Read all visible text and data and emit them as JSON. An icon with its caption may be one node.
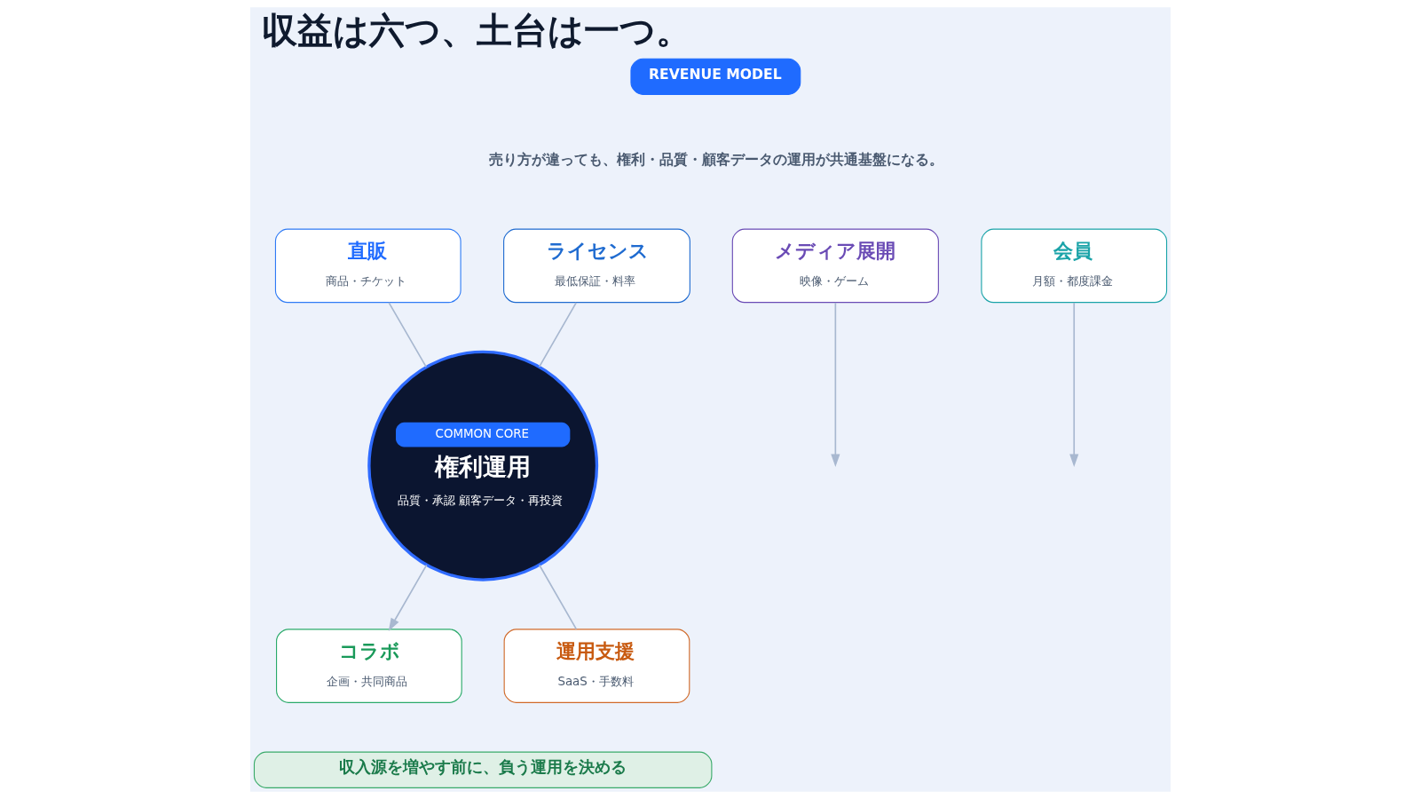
{
  "diagram": {
    "title": "収益は六つ、土台は一つ。",
    "nodes": [
      {
        "text": [
          "REVENUE MODEL"
        ]
      },
      {
        "text": [
          "直販",
          "商品・チケット"
        ]
      },
      {
        "text": [
          "ライセンス",
          "最低保証・料率"
        ]
      },
      {
        "text": [
          "メディア展開",
          "映像・ゲーム"
        ]
      },
      {
        "text": [
          "会員",
          "月額・都度課金"
        ]
      },
      {
        "text": [
          "COMMON CORE",
          "権利運用",
          "品質・承認 顧客データ・再投資"
        ]
      },
      {
        "text": [
          "運用支援",
          "SaaS・手数料"
        ]
      },
      {
        "text": [
          "コラボ",
          "企画・共同商品"
        ]
      },
      {
        "text": [
          "収入源を増やす前に、負う運用を決める"
        ]
      }
    ],
    "edges": [
      {
        "from": 1,
        "to": 5,
        "arrow": "none"
      },
      {
        "from": 2,
        "to": 5,
        "arrow": "none"
      },
      {
        "from": 3,
        "to": null,
        "arrow": "to"
      },
      {
        "from": 4,
        "to": null,
        "arrow": "to"
      },
      {
        "from": 6,
        "to": 5,
        "arrow": "none"
      },
      {
        "from": 5,
        "to": 7,
        "arrow": "to"
      }
    ],
    "labels": [
      "売り方が違っても、権利・品質・顧客データの運用が共通基盤になる。"
    ]
  }
}
